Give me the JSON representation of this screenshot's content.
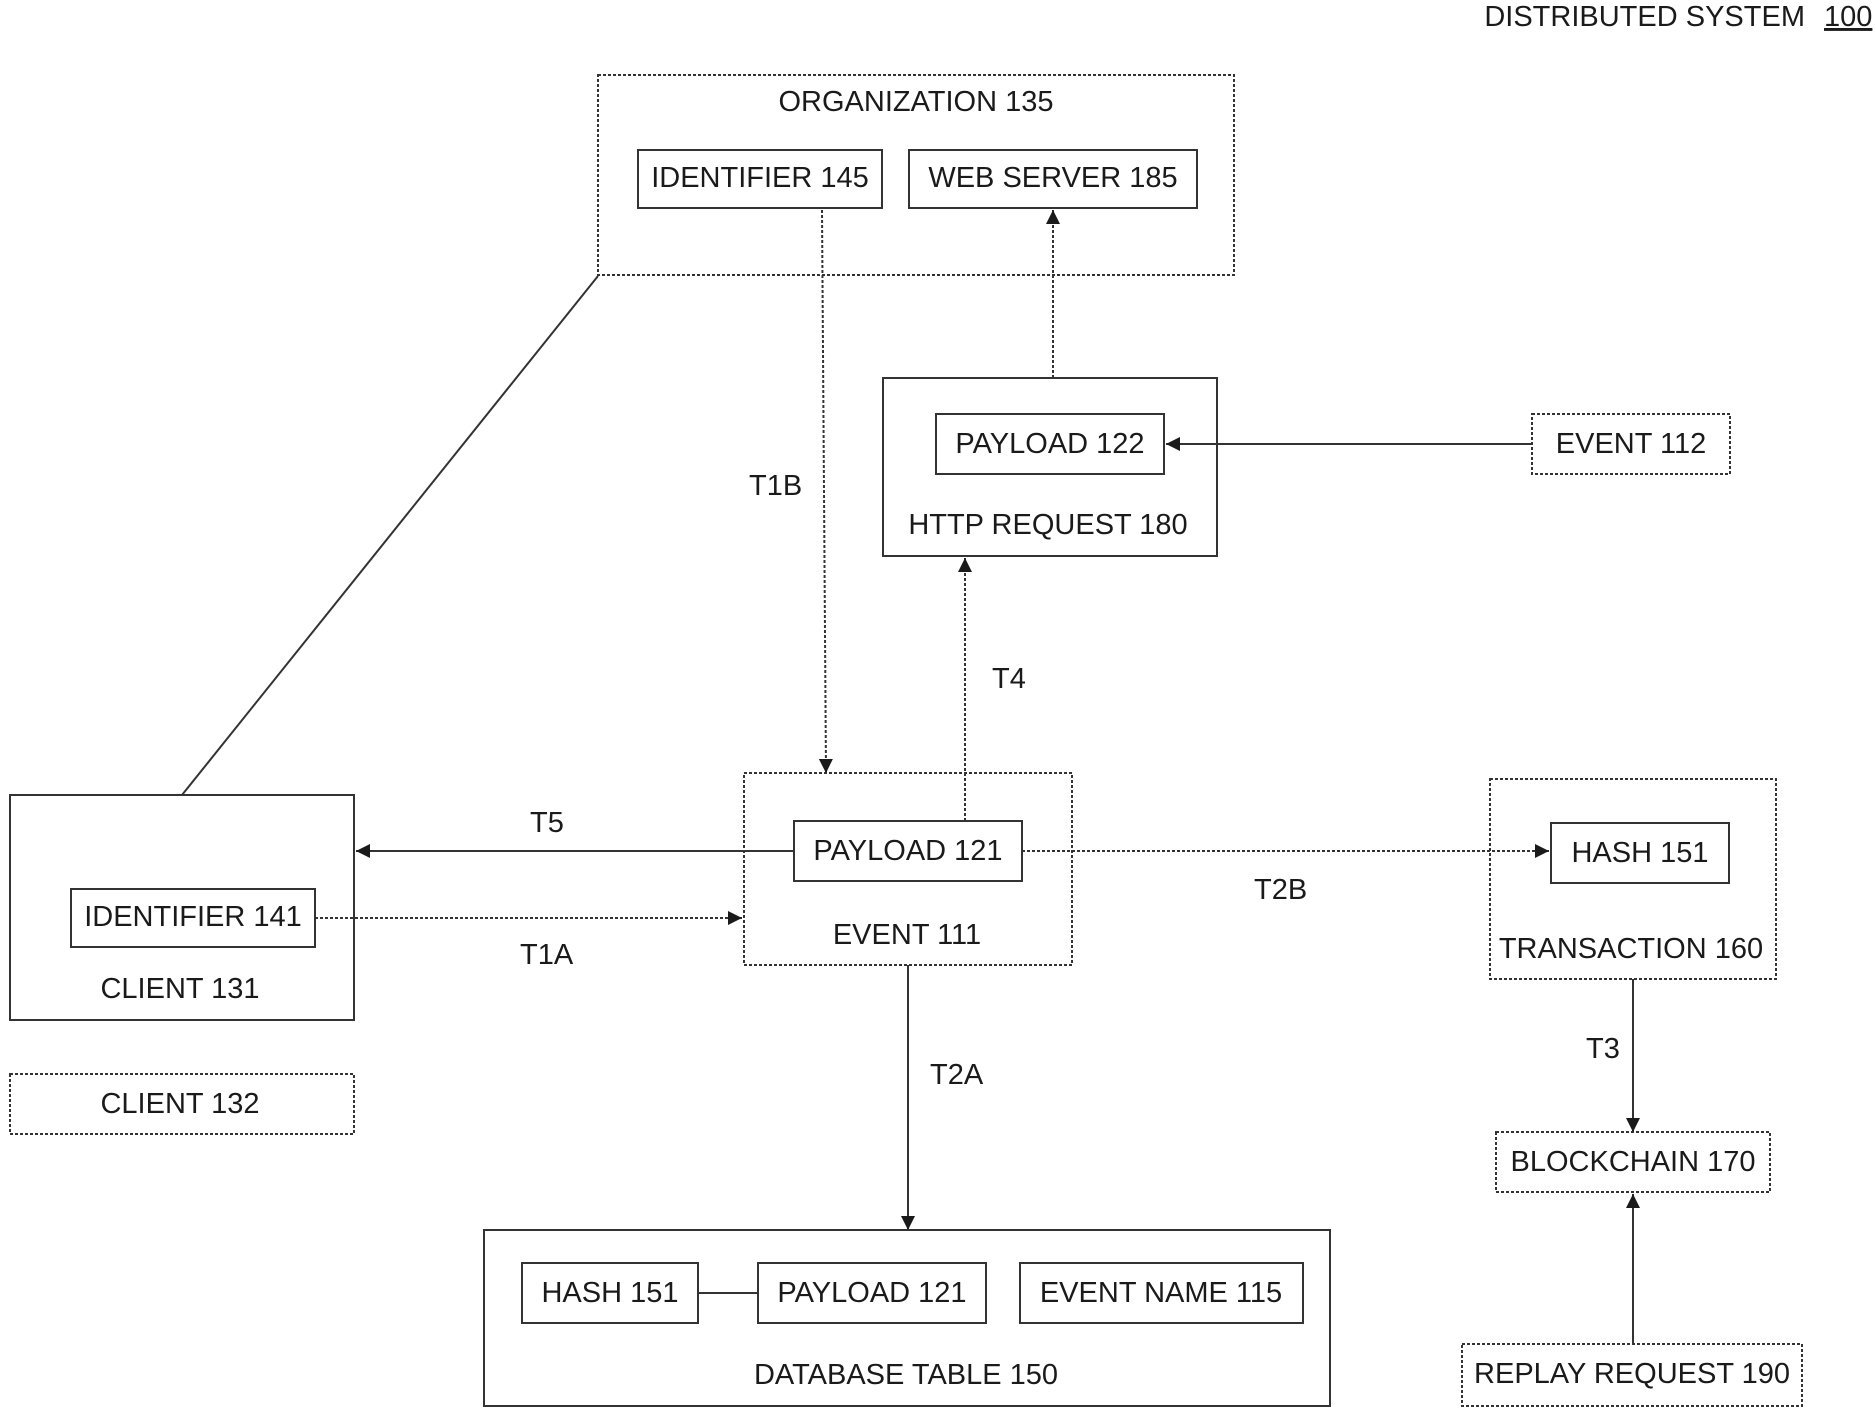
{
  "title": "DISTRIBUTED SYSTEM",
  "title_ref": "100",
  "nodes": {
    "organization": "ORGANIZATION 135",
    "identifier_145": "IDENTIFIER 145",
    "web_server": "WEB SERVER 185",
    "payload_122": "PAYLOAD 122",
    "http_request": "HTTP REQUEST 180",
    "event_112": "EVENT 112",
    "payload_121": "PAYLOAD 121",
    "event_111": "EVENT 111",
    "identifier_141": "IDENTIFIER 141",
    "client_131": "CLIENT 131",
    "client_132": "CLIENT 132",
    "hash_151_tx": "HASH 151",
    "transaction": "TRANSACTION 160",
    "blockchain": "BLOCKCHAIN 170",
    "replay_request": "REPLAY REQUEST 190",
    "hash_151_db": "HASH 151",
    "payload_121_db": "PAYLOAD 121",
    "event_name": "EVENT NAME 115",
    "database_table": "DATABASE TABLE 150"
  },
  "edges": {
    "t1a": "T1A",
    "t1b": "T1B",
    "t2a": "T2A",
    "t2b": "T2B",
    "t3": "T3",
    "t4": "T4",
    "t5": "T5"
  }
}
